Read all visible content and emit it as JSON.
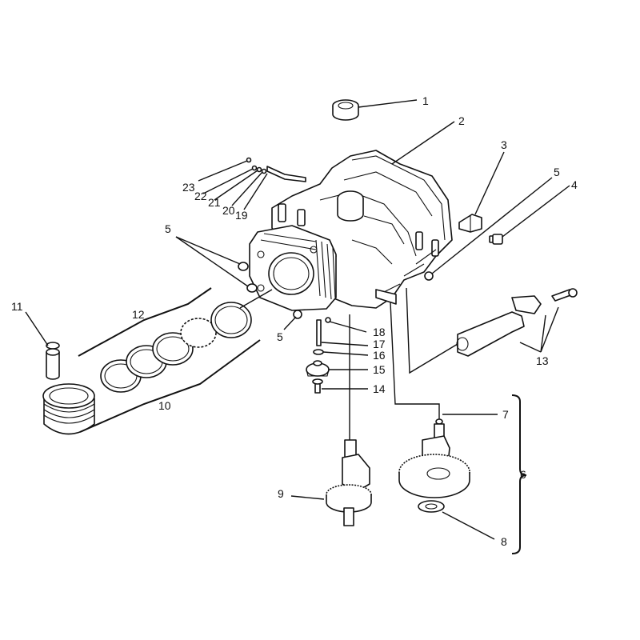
{
  "callouts": {
    "c1": "1",
    "c2": "2",
    "c3": "3",
    "c4": "4",
    "c5a": "5",
    "c5b": "5",
    "c5c": "5",
    "c6": "6",
    "c7": "7",
    "c8": "8",
    "c9": "9",
    "c10": "10",
    "c11": "11",
    "c12": "12",
    "c13": "13",
    "c14": "14",
    "c15": "15",
    "c16": "16",
    "c17": "17",
    "c18": "18",
    "c19": "19",
    "c20": "20",
    "c21": "21",
    "c22": "22",
    "c23": "23"
  }
}
